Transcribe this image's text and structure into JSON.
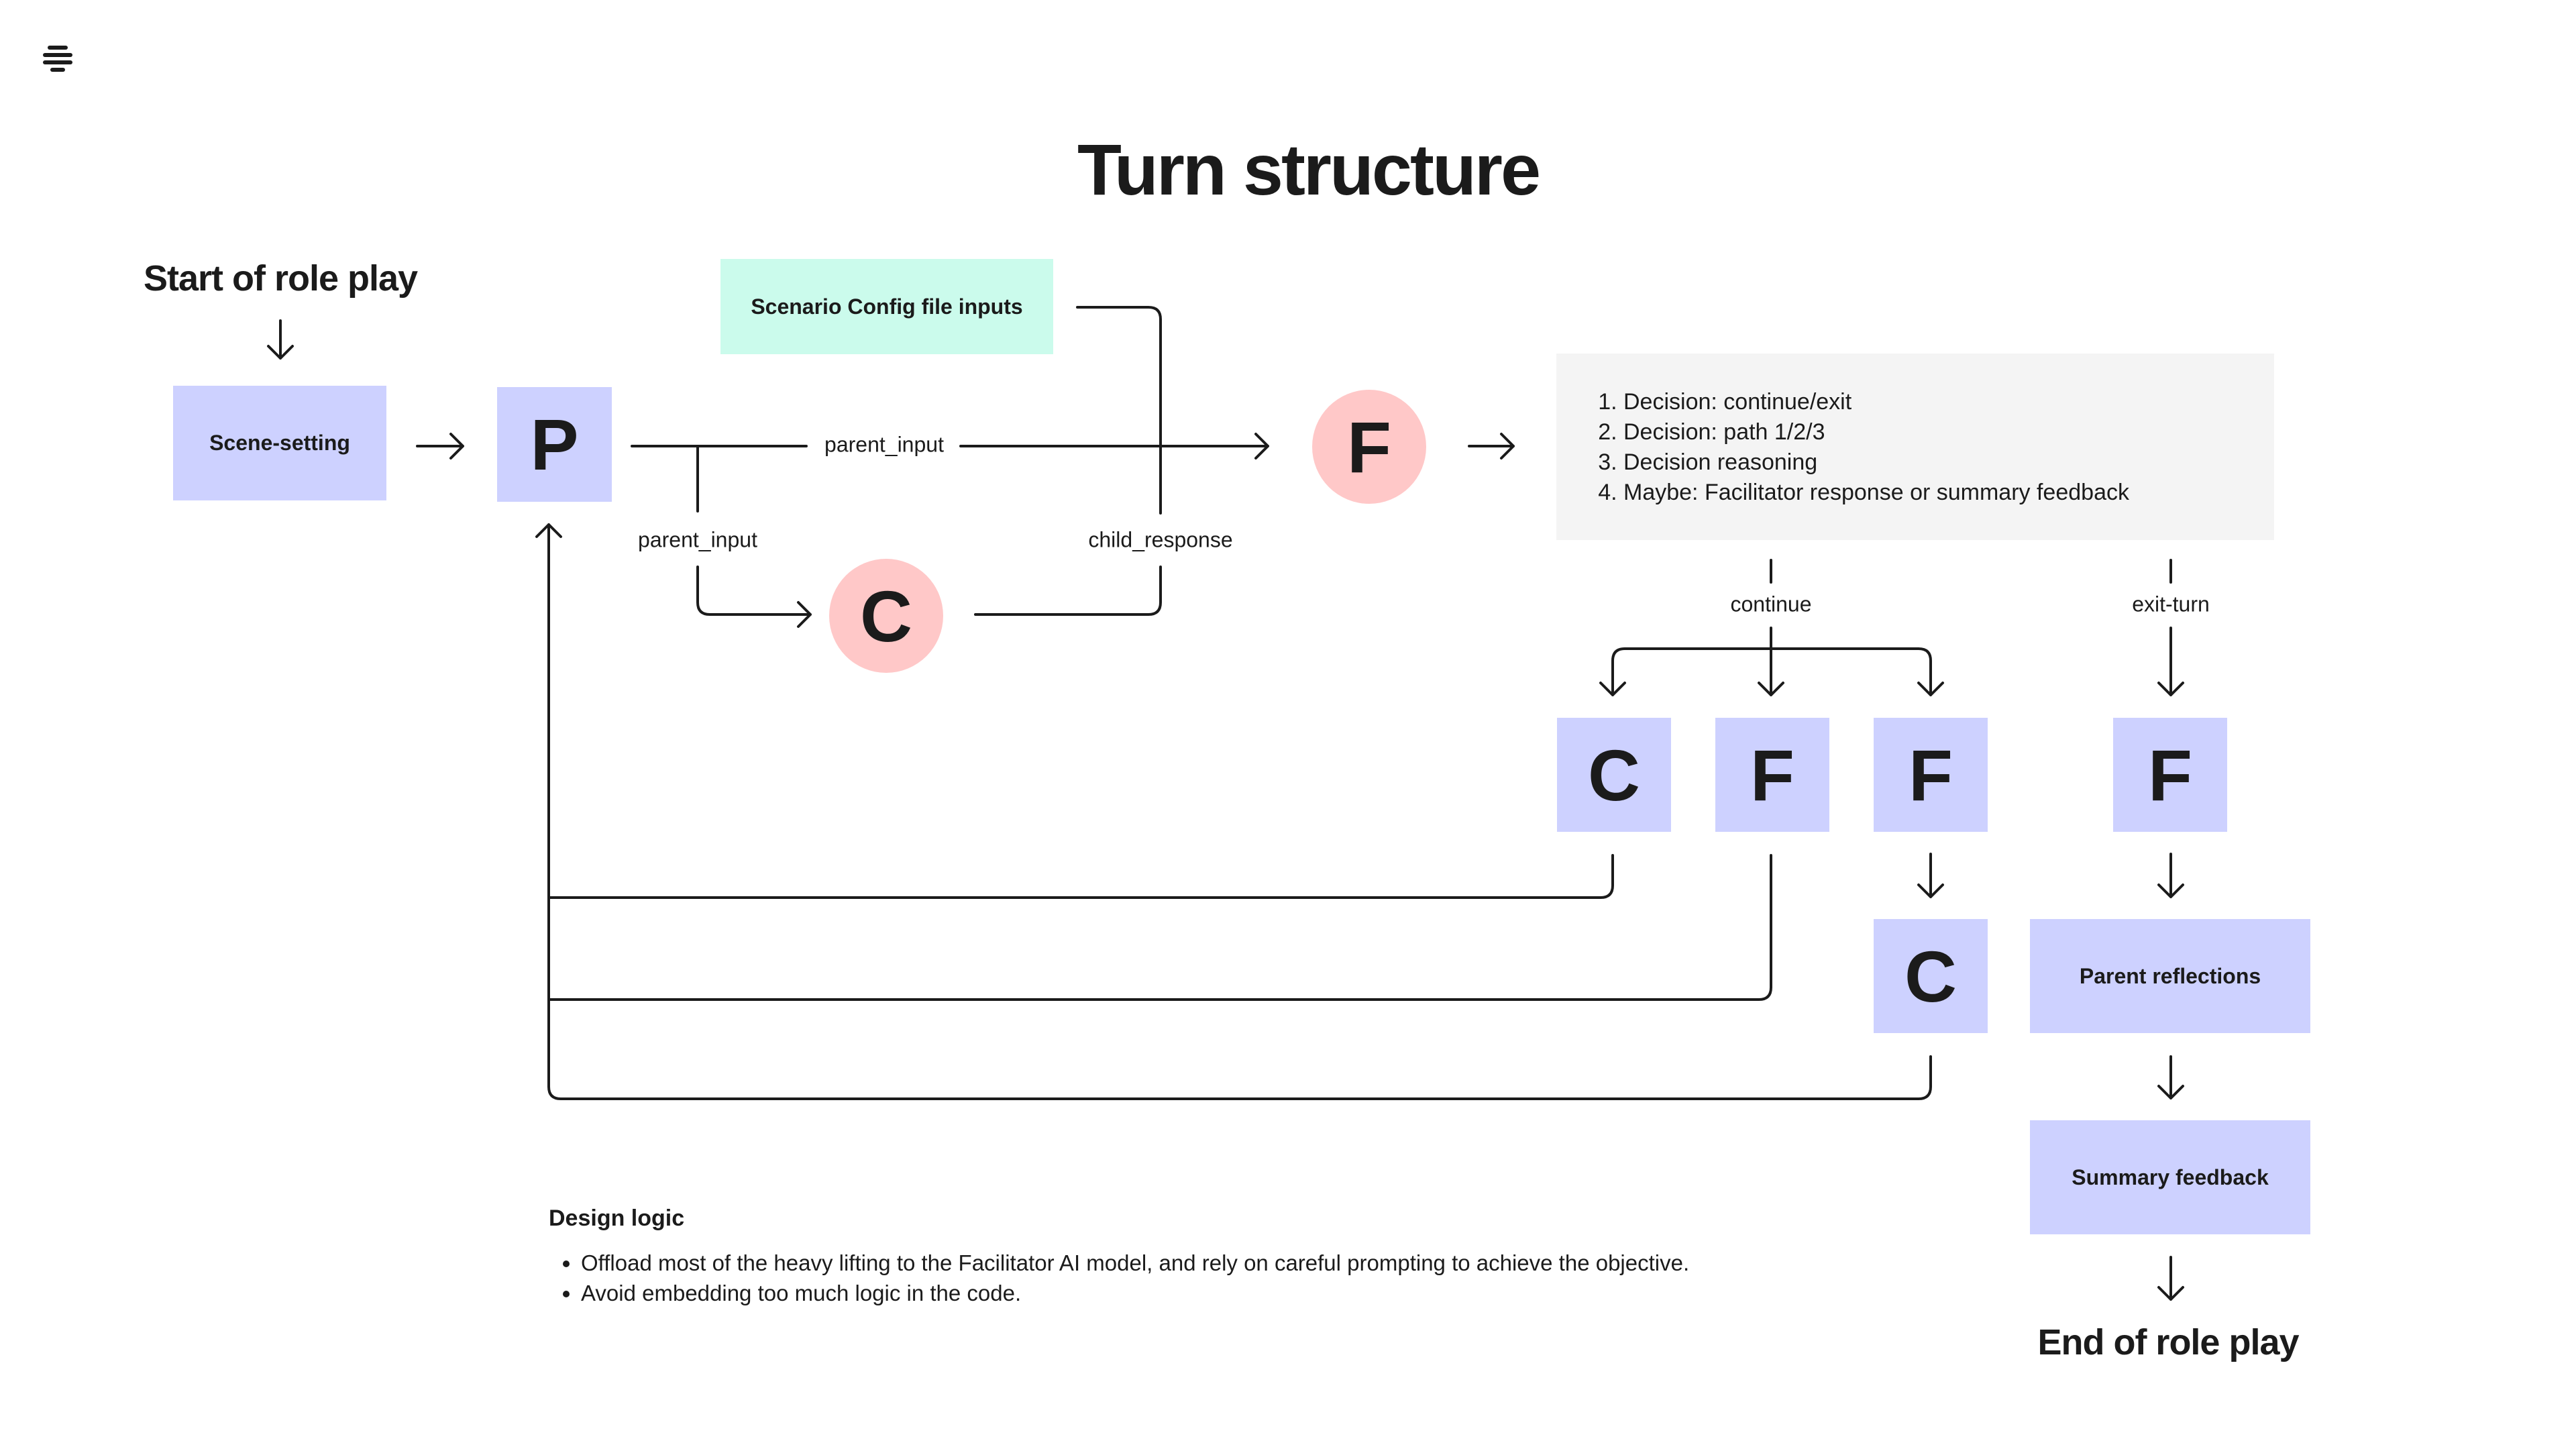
{
  "title": "Turn structure",
  "icons": {
    "app_logo": "stacked-lines-logo-icon"
  },
  "labels": {
    "start": "Start of role play",
    "end": "End of role play"
  },
  "nodes": {
    "scene_setting": "Scene-setting",
    "config_inputs": "Scenario Config file inputs",
    "p_main": "P",
    "c_child": "C",
    "f_facilitator": "F",
    "c_continue": "C",
    "f_continue_1": "F",
    "f_continue_2": "F",
    "c_after_f": "C",
    "f_exit": "F",
    "parent_reflections": "Parent reflections",
    "summary_feedback": "Summary feedback"
  },
  "edges": {
    "parent_input_to_f": "parent_input",
    "parent_input_to_c": "parent_input",
    "child_response": "child_response",
    "continue": "continue",
    "exit_turn": "exit-turn"
  },
  "decisions": [
    "Decision: continue/exit",
    "Decision: path 1/2/3",
    "Decision reasoning",
    "Maybe: Facilitator response or summary feedback"
  ],
  "design_logic": {
    "title": "Design logic",
    "bullets": [
      "Offload most of the heavy lifting to the Facilitator AI model, and rely on careful prompting to achieve the objective.",
      "Avoid embedding too much logic in the code."
    ]
  },
  "colors": {
    "lavender": "#cdd1ff",
    "mint": "#cbfbec",
    "pink": "#ffc8c8",
    "panel": "#f4f4f4",
    "ink": "#1b1b1b"
  }
}
